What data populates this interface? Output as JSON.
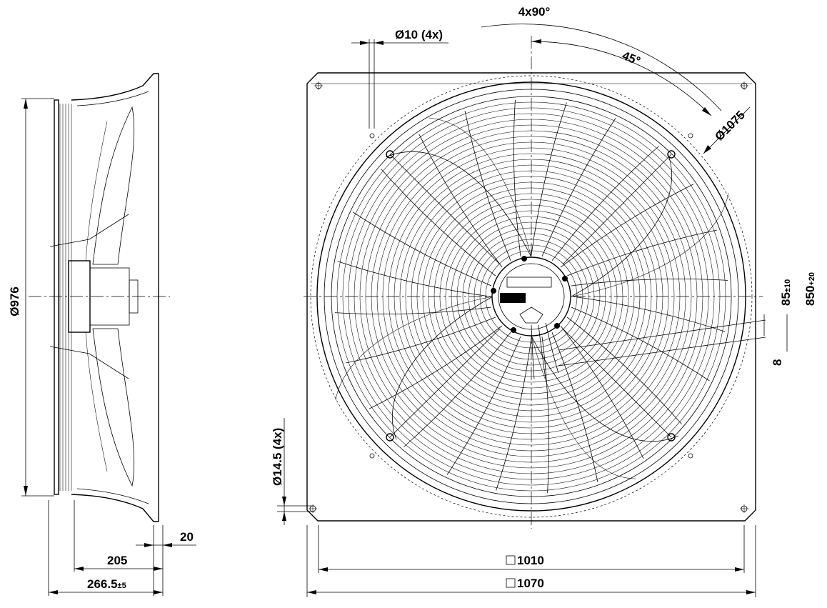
{
  "side_view": {
    "diameter_label": "Ø976",
    "flange_thickness_label": "20",
    "depth_label": "205",
    "overall_depth_label": "266.5",
    "overall_depth_tolerance": "±5"
  },
  "front_view": {
    "rotation_label": "4x90°",
    "angle_label": "45°",
    "hole_label": "Ø10 (4x)",
    "bolt_circle_label": "Ø1075",
    "cable_length_label": "850",
    "cable_length_tolerance": "+20",
    "strip_length_label": "85",
    "strip_length_tolerance": "±10",
    "wire_end_label": "8",
    "mount_hole_label": "Ø14.5 (4x)",
    "inner_square_label": "1010",
    "outer_square_label": "1070"
  }
}
